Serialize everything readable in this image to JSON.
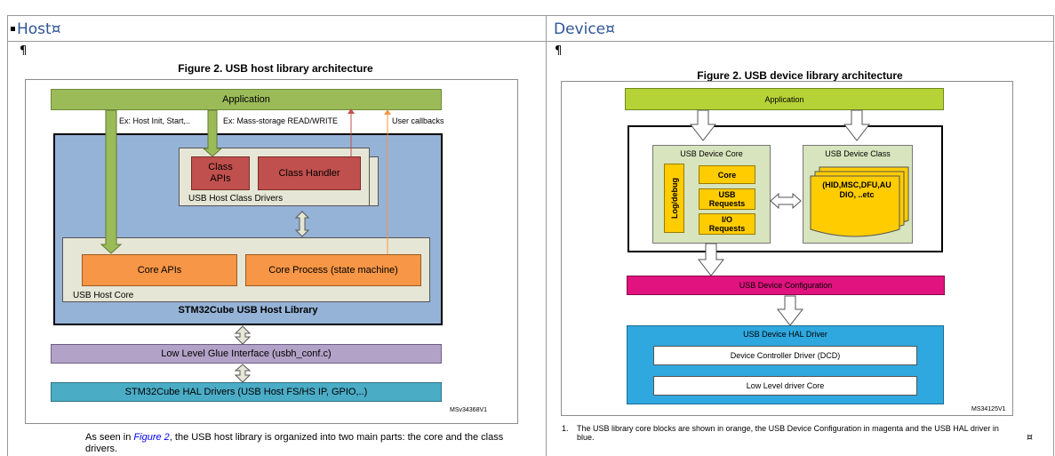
{
  "table": {
    "left_header": "Host¤",
    "right_header": "Device¤",
    "pilcrow": "¶",
    "cell_mark": "¤"
  },
  "host_figure": {
    "title": "Figure 2. USB host library architecture",
    "application": "Application",
    "note_left": "Ex: Host Init, Start,..",
    "note_mid": "Ex: Mass-storage READ/WRITE",
    "note_right": "User callbacks",
    "class_apis": "Class\nAPIs",
    "class_handler": "Class Handler",
    "class_drivers_label": "USB Host Class Drivers",
    "core_apis": "Core APIs",
    "core_process": "Core Process (state machine)",
    "host_core_label": "USB Host Core",
    "library_label": "STM32Cube USB Host Library",
    "glue": "Low Level Glue Interface (usbh_conf.c)",
    "hal": "STM32Cube HAL Drivers (USB Host FS/HS IP, GPIO,..)",
    "code": "MSv34368V1"
  },
  "host_caption": {
    "before": "As seen in ",
    "link": "Figure 2",
    "after": ", the USB host library is organized into two main parts: the core and the class drivers."
  },
  "device_figure": {
    "title": "Figure 2. USB device library architecture",
    "application": "Application",
    "device_core": "USB Device Core",
    "log_debug": "Log/debug",
    "core": "Core",
    "usb_requests": "USB\nRequests",
    "io_requests": "I/O\nRequests",
    "device_class": "USB Device Class",
    "class_list": "(HID,MSC,DFU,AU\nDIO, ..etc",
    "configuration": "USB Device Configuration",
    "hal_driver": "USB Device HAL Driver",
    "dcd": "Device Controller Driver (DCD)",
    "low_level": "Low Level driver Core",
    "code": "MS34125V1"
  },
  "device_note": {
    "number": "1.",
    "text": "The USB library core blocks are shown in orange, the USB Device Configuration in magenta and the USB HAL driver in blue."
  },
  "colors": {
    "header_text": "#2f5597",
    "app_green": "#9bbb59",
    "lib_blue": "#95b3d7",
    "class_red": "#c0504d",
    "core_orange": "#f79646",
    "panel_beige": "#e6e6d6",
    "glue_purple": "#b3a2c7",
    "hal_teal": "#4bacc6",
    "dev_app": "#b5d336",
    "dev_yellow": "#ffcc00",
    "dev_magenta": "#e0137f",
    "dev_blue": "#2fa8df"
  }
}
